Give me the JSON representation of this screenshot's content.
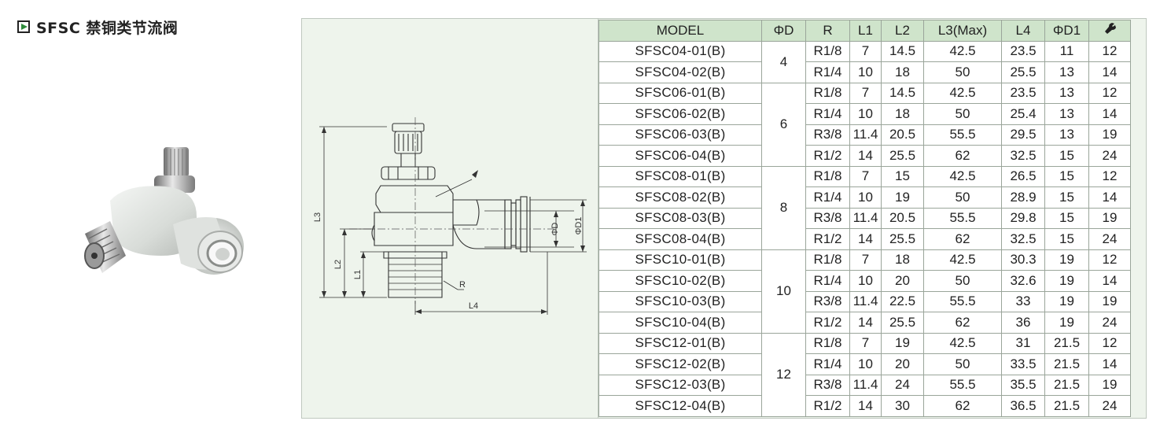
{
  "heading": {
    "title": "SFSC 禁铜类节流阀"
  },
  "drawing_labels": {
    "l3": "L3",
    "l2": "L2",
    "l1": "L1",
    "r": "R",
    "l4": "L4",
    "d": "ΦD",
    "d1": "ΦD1"
  },
  "table": {
    "headers": [
      "MODEL",
      "ΦD",
      "R",
      "L1",
      "L2",
      "L3(Max)",
      "L4",
      "ΦD1"
    ],
    "wrench_icon": "wrench-icon",
    "groups": [
      {
        "d": "4",
        "rows": [
          [
            "SFSC04-01(B)",
            "R1/8",
            "7",
            "14.5",
            "42.5",
            "23.5",
            "11",
            "12"
          ],
          [
            "SFSC04-02(B)",
            "R1/4",
            "10",
            "18",
            "50",
            "25.5",
            "13",
            "14"
          ]
        ]
      },
      {
        "d": "6",
        "rows": [
          [
            "SFSC06-01(B)",
            "R1/8",
            "7",
            "14.5",
            "42.5",
            "23.5",
            "13",
            "12"
          ],
          [
            "SFSC06-02(B)",
            "R1/4",
            "10",
            "18",
            "50",
            "25.4",
            "13",
            "14"
          ],
          [
            "SFSC06-03(B)",
            "R3/8",
            "11.4",
            "20.5",
            "55.5",
            "29.5",
            "13",
            "19"
          ],
          [
            "SFSC06-04(B)",
            "R1/2",
            "14",
            "25.5",
            "62",
            "32.5",
            "15",
            "24"
          ]
        ]
      },
      {
        "d": "8",
        "rows": [
          [
            "SFSC08-01(B)",
            "R1/8",
            "7",
            "15",
            "42.5",
            "26.5",
            "15",
            "12"
          ],
          [
            "SFSC08-02(B)",
            "R1/4",
            "10",
            "19",
            "50",
            "28.9",
            "15",
            "14"
          ],
          [
            "SFSC08-03(B)",
            "R3/8",
            "11.4",
            "20.5",
            "55.5",
            "29.8",
            "15",
            "19"
          ],
          [
            "SFSC08-04(B)",
            "R1/2",
            "14",
            "25.5",
            "62",
            "32.5",
            "15",
            "24"
          ]
        ]
      },
      {
        "d": "10",
        "rows": [
          [
            "SFSC10-01(B)",
            "R1/8",
            "7",
            "18",
            "42.5",
            "30.3",
            "19",
            "12"
          ],
          [
            "SFSC10-02(B)",
            "R1/4",
            "10",
            "20",
            "50",
            "32.6",
            "19",
            "14"
          ],
          [
            "SFSC10-03(B)",
            "R3/8",
            "11.4",
            "22.5",
            "55.5",
            "33",
            "19",
            "19"
          ],
          [
            "SFSC10-04(B)",
            "R1/2",
            "14",
            "25.5",
            "62",
            "36",
            "19",
            "24"
          ]
        ]
      },
      {
        "d": "12",
        "rows": [
          [
            "SFSC12-01(B)",
            "R1/8",
            "7",
            "19",
            "42.5",
            "31",
            "21.5",
            "12"
          ],
          [
            "SFSC12-02(B)",
            "R1/4",
            "10",
            "20",
            "50",
            "33.5",
            "21.5",
            "14"
          ],
          [
            "SFSC12-03(B)",
            "R3/8",
            "11.4",
            "24",
            "55.5",
            "35.5",
            "21.5",
            "19"
          ],
          [
            "SFSC12-04(B)",
            "R1/2",
            "14",
            "30",
            "62",
            "36.5",
            "21.5",
            "24"
          ]
        ]
      }
    ]
  }
}
